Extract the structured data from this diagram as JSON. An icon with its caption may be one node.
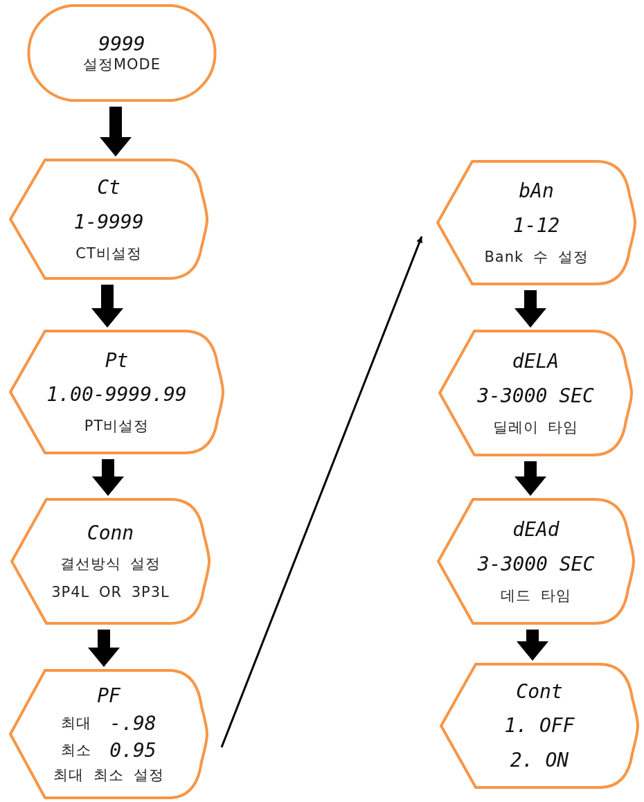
{
  "diagram": {
    "nodes": [
      {
        "text": [
          "9999",
          "설정MODE"
        ]
      },
      {
        "text": [
          "Ct",
          "1-9999",
          "CT비설정"
        ]
      },
      {
        "text": [
          "Pt",
          "1.00-9999.99",
          "PT비설정"
        ]
      },
      {
        "text": [
          "Conn",
          "결선방식 설정",
          "3P4L OR 3P3L"
        ]
      },
      {
        "text": [
          "PF",
          "최대",
          "-.98",
          "최소",
          "0.95",
          "최대 최소 설정"
        ]
      },
      {
        "text": [
          "bAn",
          "1-12",
          "Bank 수 설정"
        ]
      },
      {
        "text": [
          "dELA",
          "3-3000 SEC",
          "딜레이 타임"
        ]
      },
      {
        "text": [
          "dEAd",
          "3-3000 SEC",
          "데드 타임"
        ]
      },
      {
        "text": [
          "Cont",
          "1. OFF",
          "2. ON"
        ]
      }
    ],
    "edges": [
      {
        "from": 0,
        "to": 1,
        "arrow": "to",
        "style": "thick"
      },
      {
        "from": 1,
        "to": 2,
        "arrow": "to",
        "style": "thick"
      },
      {
        "from": 2,
        "to": 3,
        "arrow": "to",
        "style": "thick"
      },
      {
        "from": 3,
        "to": 4,
        "arrow": "to",
        "style": "thick"
      },
      {
        "from": 4,
        "to": 5,
        "arrow": "to"
      },
      {
        "from": 5,
        "to": 6,
        "arrow": "to",
        "style": "thick"
      },
      {
        "from": 6,
        "to": 7,
        "arrow": "to",
        "style": "thick"
      },
      {
        "from": 7,
        "to": 8,
        "arrow": "to",
        "style": "thick"
      }
    ]
  }
}
